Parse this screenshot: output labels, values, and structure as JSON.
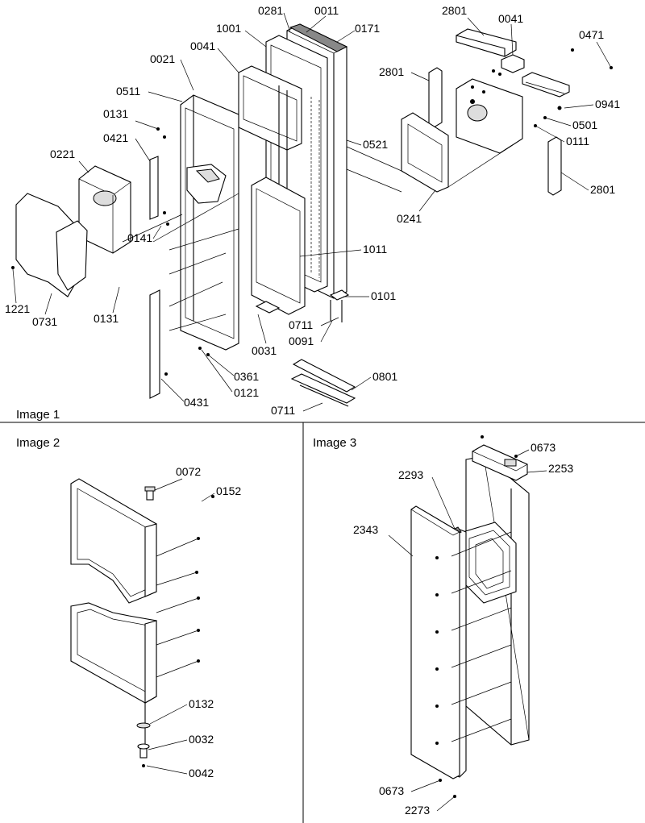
{
  "panels": [
    {
      "title": "Image 1"
    },
    {
      "title": "Image 2"
    },
    {
      "title": "Image 3"
    }
  ],
  "image1": {
    "callouts": [
      "0281",
      "0011",
      "1001",
      "0171",
      "2801",
      "0041",
      "0021",
      "0041",
      "0471",
      "0511",
      "2801",
      "0941",
      "0131",
      "0501",
      "0421",
      "0521",
      "0111",
      "0221",
      "2801",
      "0241",
      "0141",
      "1011",
      "0101",
      "1221",
      "0731",
      "0131",
      "0711",
      "0091",
      "0031",
      "0361",
      "0801",
      "0121",
      "0431",
      "0711"
    ]
  },
  "image2": {
    "callouts": [
      "0072",
      "0152",
      "0132",
      "0032",
      "0042"
    ]
  },
  "image3": {
    "callouts": [
      "0673",
      "2253",
      "2293",
      "2343",
      "0673",
      "2273"
    ]
  }
}
